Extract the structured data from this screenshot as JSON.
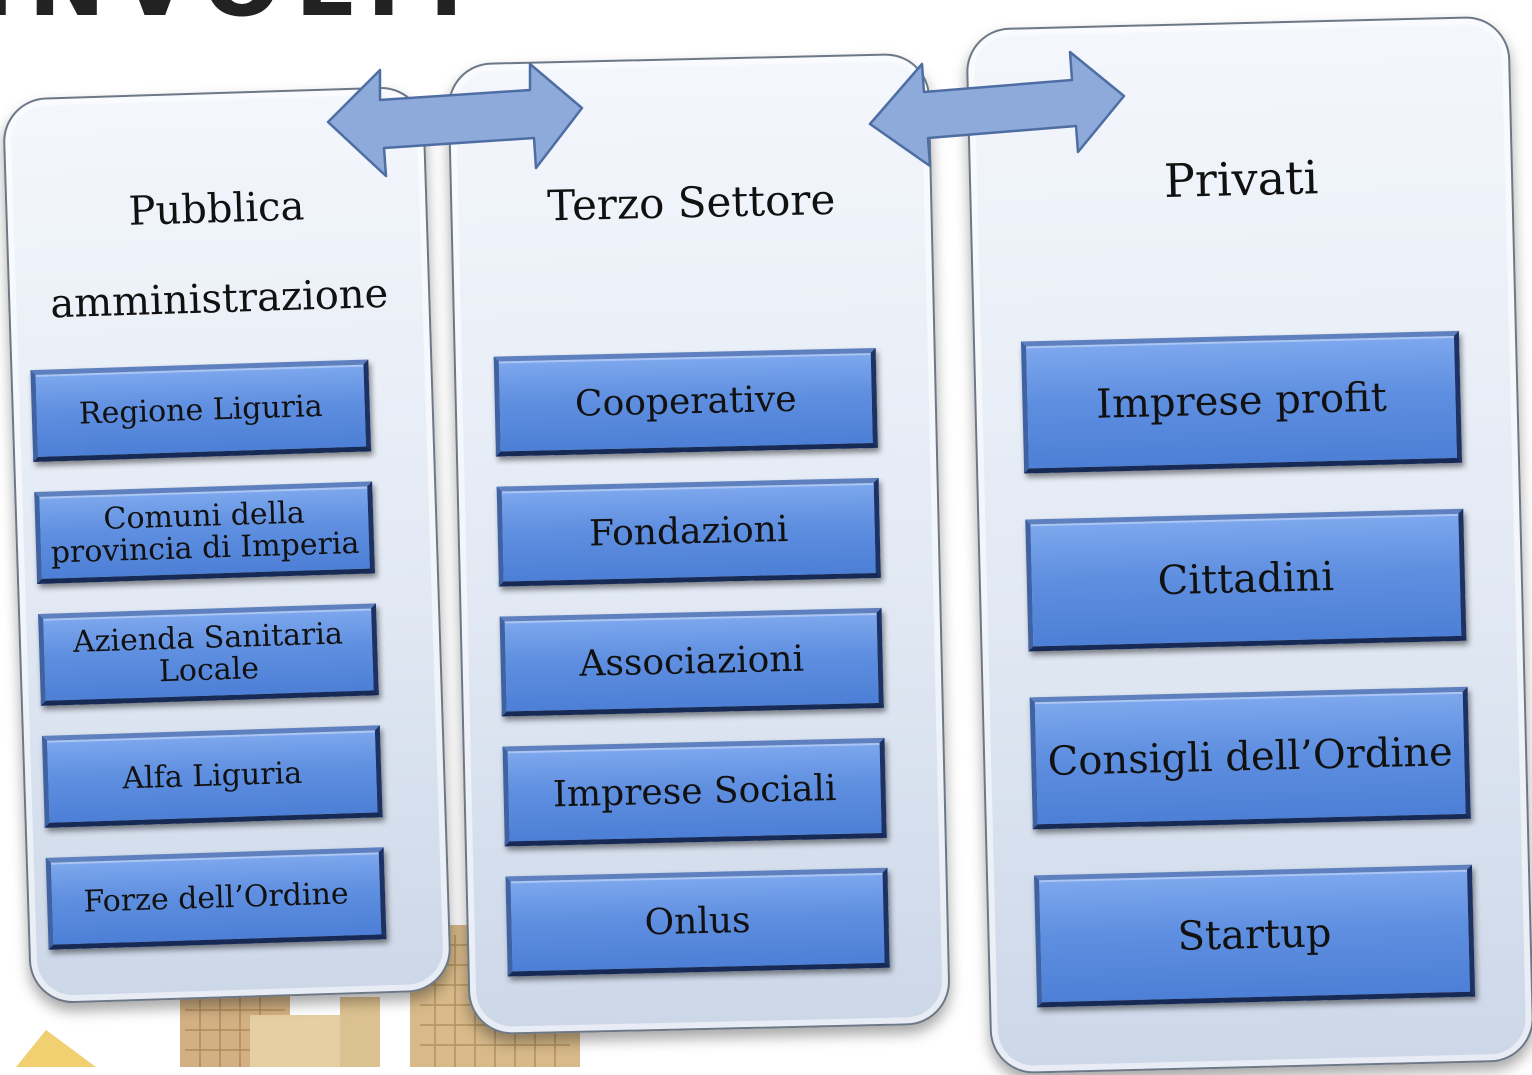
{
  "page": {
    "title_fragment": "INVOLTI"
  },
  "columns": [
    {
      "title_line1": "Pubblica",
      "title_line2": "amministrazione",
      "items": [
        "Regione Liguria",
        "Comuni della provincia di Imperia",
        "Azienda Sanitaria Locale",
        "Alfa Liguria",
        "Forze dell’Ordine"
      ]
    },
    {
      "title": "Terzo Settore",
      "items": [
        "Cooperative",
        "Fondazioni",
        "Associazioni",
        "Imprese Sociali",
        "Onlus"
      ]
    },
    {
      "title": "Privati",
      "items": [
        "Imprese profit",
        "Cittadini",
        "Consigli dell’Ordine",
        "Startup"
      ]
    }
  ],
  "colors": {
    "box_fill": "#5f8fe0",
    "box_border": "#263f77",
    "arrow_fill": "#8eaadb",
    "column_fill": "#e2e9f4"
  },
  "icons": [
    "double-arrow-icon",
    "double-arrow-icon"
  ]
}
